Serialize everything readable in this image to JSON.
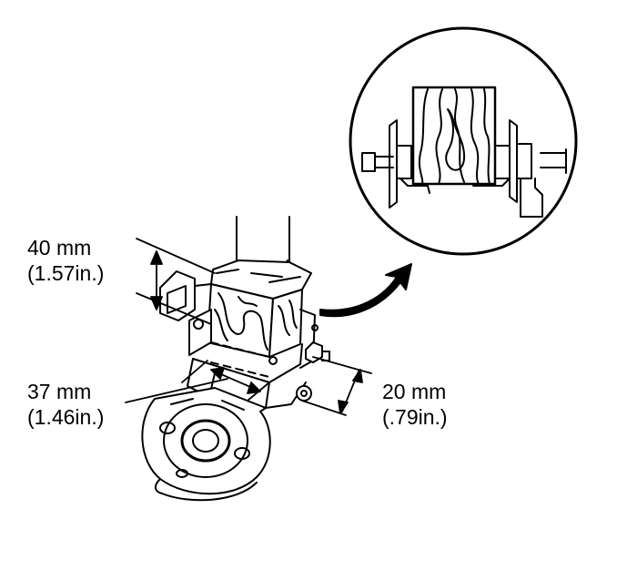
{
  "dimensions": {
    "height": {
      "metric": "40 mm",
      "imperial": "(1.57in.)"
    },
    "length": {
      "metric": "37 mm",
      "imperial": "(1.46in.)"
    },
    "width": {
      "metric": "20 mm",
      "imperial": "(.79in.)"
    }
  }
}
